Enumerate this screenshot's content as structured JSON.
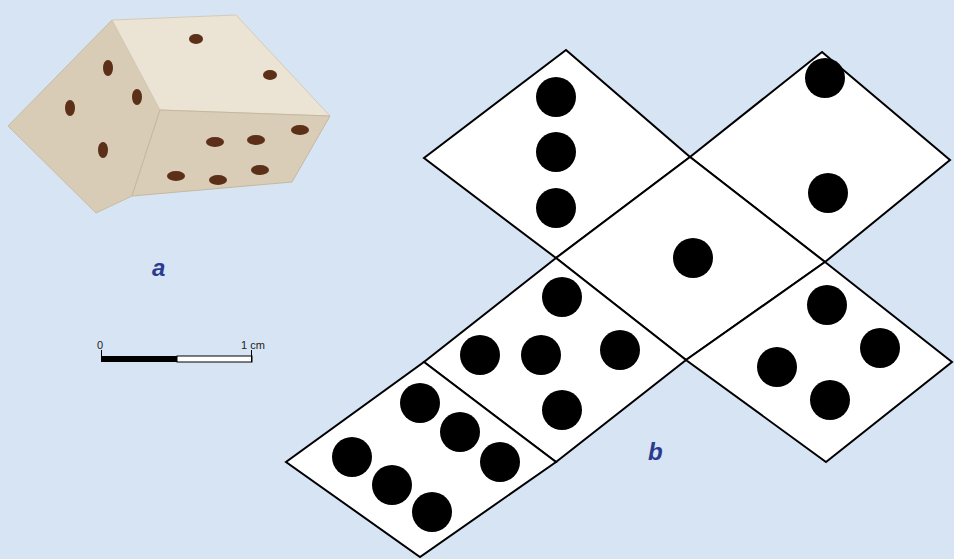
{
  "diagram": {
    "labels": [
      "a",
      "0",
      "1 cm",
      "b"
    ]
  }
}
